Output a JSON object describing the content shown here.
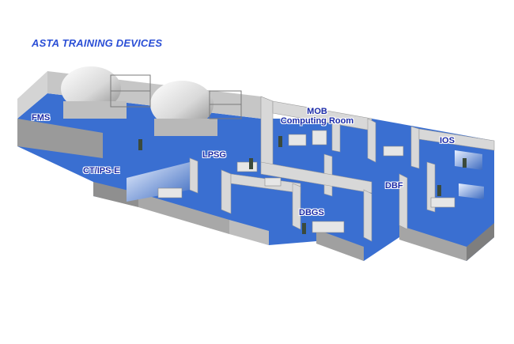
{
  "title": "ASTA TRAINING DEVICES",
  "labels": {
    "fms": "FMS",
    "mob_line1": "MOB",
    "mob_line2": "Computing Room",
    "lpsg": "LPSG",
    "ios": "IOS",
    "ctips": "CT/IPS-E",
    "dbf": "DBF",
    "dbgs": "DBGS"
  },
  "colors": {
    "title": "#2b4fd6",
    "label": "#1a2aa8",
    "floor": "#3a6fd1",
    "wall": "#c9c9c9",
    "wall_dark": "#8f8f8f"
  }
}
